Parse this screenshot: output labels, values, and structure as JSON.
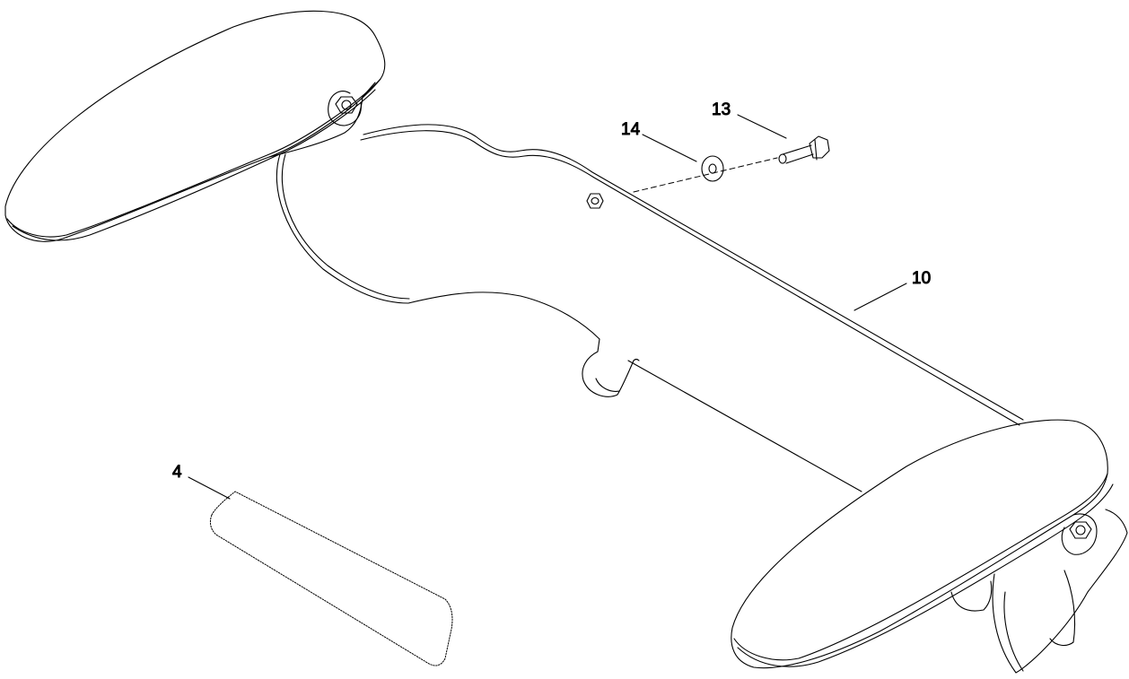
{
  "diagram": {
    "callouts": [
      {
        "id": "armrest-pad",
        "label": "4"
      },
      {
        "id": "armrest-base",
        "label": "10"
      },
      {
        "id": "bolt",
        "label": "13"
      },
      {
        "id": "washer",
        "label": "14"
      }
    ],
    "colors": {
      "line": "#000000",
      "background": "#ffffff"
    }
  }
}
